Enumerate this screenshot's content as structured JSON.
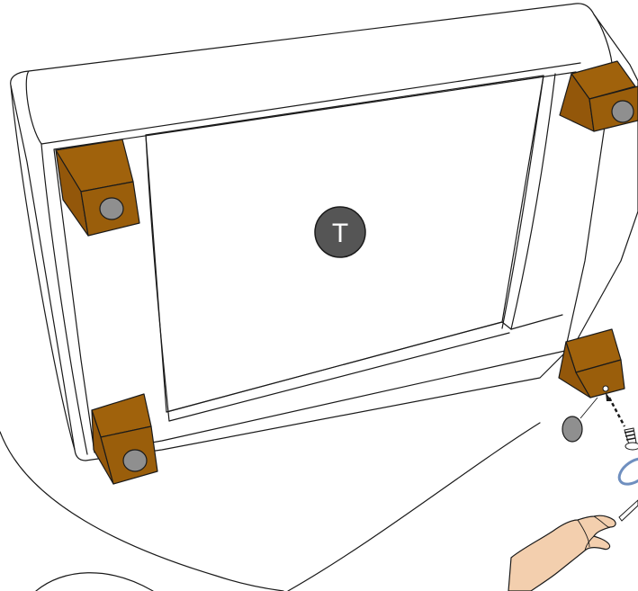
{
  "diagram": {
    "part_label": "T"
  },
  "colors": {
    "wood": "#a0620c",
    "felt_pad": "#8f8f8f",
    "label_circle": "#555555",
    "ring": "#6f8fbf",
    "skin": "#f3cfae"
  },
  "icons": [
    "wooden-foot",
    "felt-pad",
    "screw",
    "washer-ring",
    "hand",
    "screwdriver"
  ]
}
